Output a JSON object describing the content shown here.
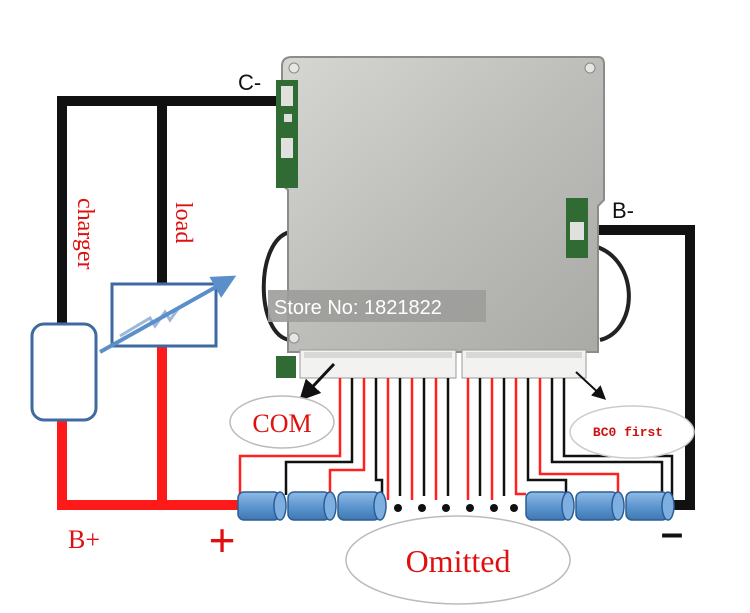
{
  "labels": {
    "c_minus": "C-",
    "b_minus": "B-",
    "charger": "charger",
    "load": "load",
    "b_plus": "B+",
    "plus_sign": "+",
    "minus_sign": "–",
    "store": "Store No: 1821822",
    "com": "COM",
    "bc0_first": "BC0 first",
    "omitted": "Omitted"
  },
  "colors": {
    "positive_wire": "#ff1a1a",
    "negative_wire": "#111111",
    "board": "#b9b9b6",
    "cell": "#6a9fd4",
    "arrow": "#5b8fc9",
    "plus_sign": "#e01010"
  }
}
